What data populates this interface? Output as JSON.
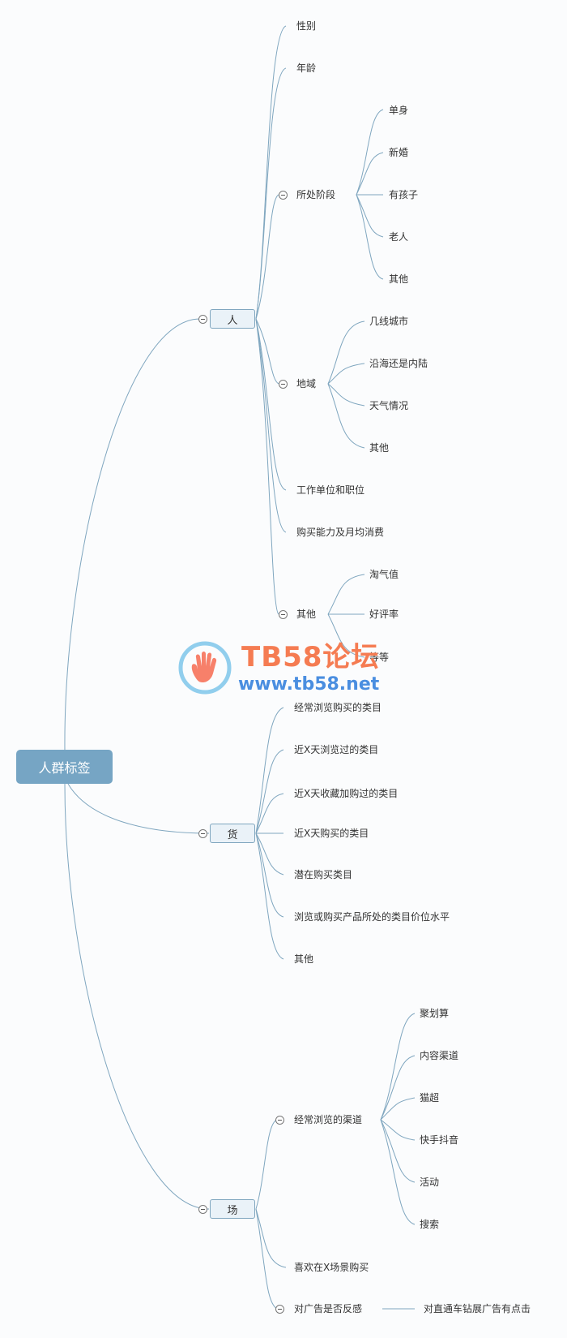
{
  "root": {
    "label": "人群标签"
  },
  "people": {
    "label": "人",
    "gender": "性别",
    "age": "年龄",
    "stage": {
      "label": "所处阶段",
      "items": [
        "单身",
        "新婚",
        "有孩子",
        "老人",
        "其他"
      ]
    },
    "region": {
      "label": "地域",
      "items": [
        "几线城市",
        "沿海还是内陆",
        "天气情况",
        "其他"
      ]
    },
    "job": "工作单位和职位",
    "spending": "购买能力及月均消费",
    "other": {
      "label": "其他",
      "items": [
        "淘气值",
        "好评率",
        "等等"
      ]
    }
  },
  "goods": {
    "label": "货",
    "items": [
      "经常浏览购买的类目",
      "近X天浏览过的类目",
      "近X天收藏加购过的类目",
      "近X天购买的类目",
      "潜在购买类目",
      "浏览或购买产品所处的类目价位水平",
      "其他"
    ]
  },
  "place": {
    "label": "场",
    "channels": {
      "label": "经常浏览的渠道",
      "items": [
        "聚划算",
        "内容渠道",
        "猫超",
        "快手抖音",
        "活动",
        "搜索"
      ]
    },
    "scene": "喜欢在X场景购买",
    "ad": {
      "label": "对广告是否反感",
      "child": "对直通车钻展广告有点击"
    }
  },
  "watermark": {
    "title": "TB58论坛",
    "url": "www.tb58.net"
  },
  "colors": {
    "link": "#7fa6bf",
    "root_fill": "#76a5c4",
    "node_fill": "#eaf2f8",
    "watermark_title": "#f57c52",
    "watermark_url": "#4a8ee0"
  }
}
